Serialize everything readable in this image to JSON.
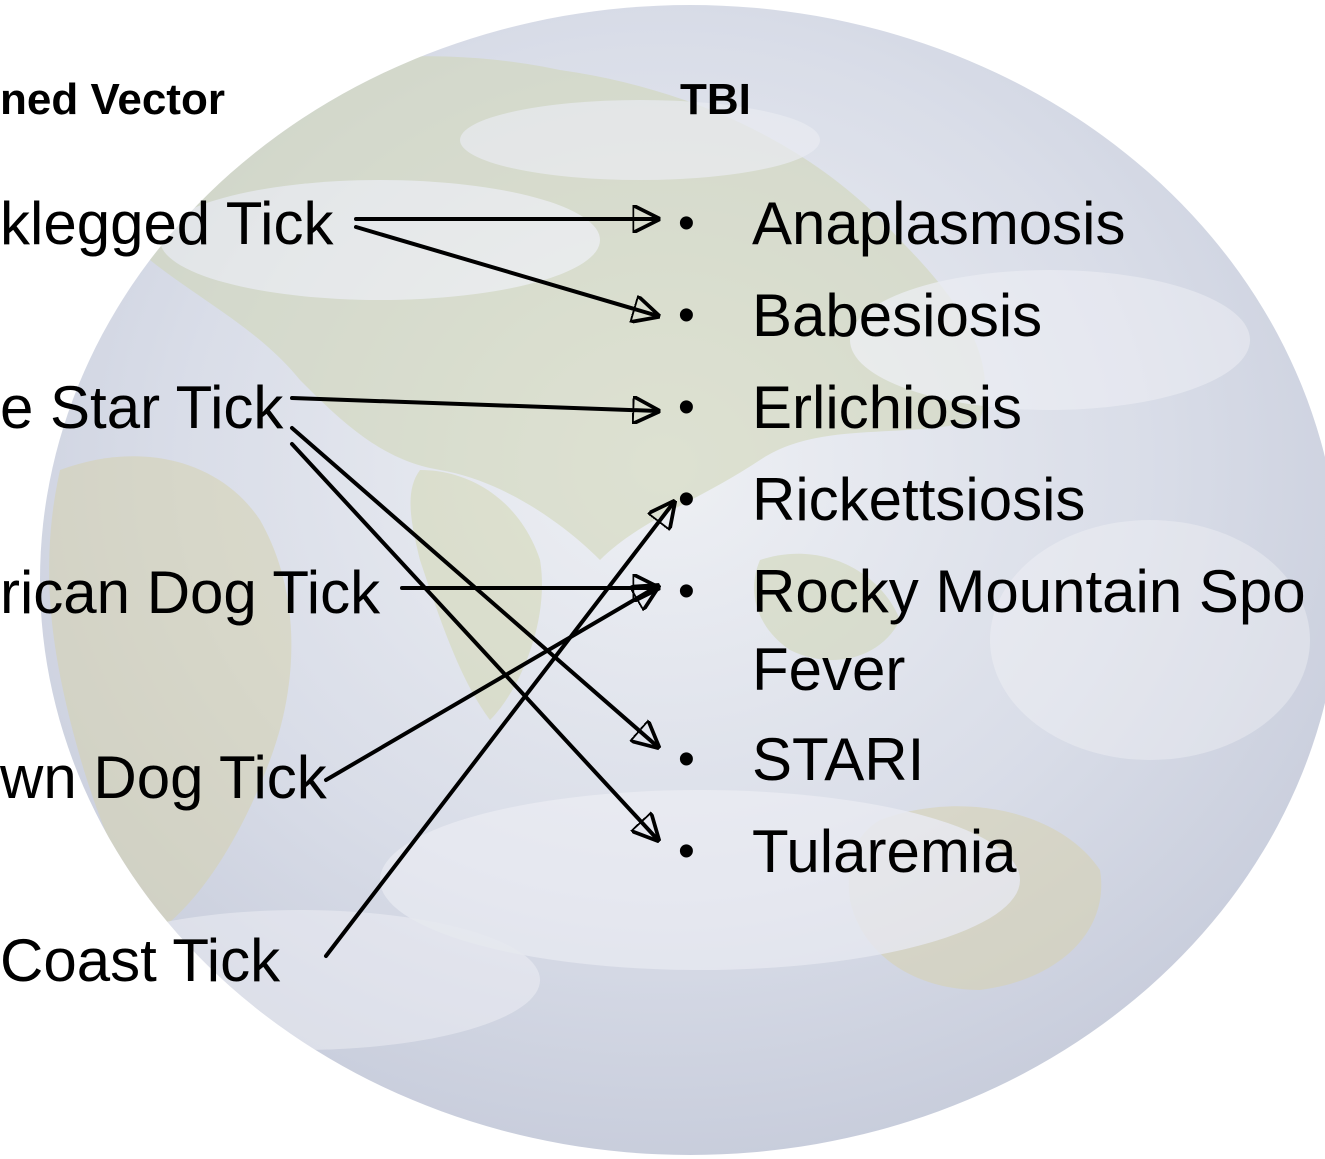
{
  "headings": {
    "left": "ned Vector",
    "right": "TBI"
  },
  "vectors": [
    "klegged Tick",
    "e Star Tick",
    "rican Dog Tick",
    "wn Dog Tick",
    " Coast Tick"
  ],
  "bullet_glyph": "•",
  "diseases": [
    "Anaplasmosis",
    "Babesiosis",
    "Erlichiosis",
    "Rickettsiosis",
    "Rocky Mountain Spo",
    "Fever",
    "STARI",
    "Tularemia"
  ],
  "links": [
    {
      "from": "klegged Tick",
      "to": "Anaplasmosis"
    },
    {
      "from": "klegged Tick",
      "to": "Babesiosis"
    },
    {
      "from": "e Star Tick",
      "to": "Erlichiosis"
    },
    {
      "from": "e Star Tick",
      "to": "STARI"
    },
    {
      "from": "e Star Tick",
      "to": "Tularemia"
    },
    {
      "from": "rican Dog Tick",
      "to": "Rocky Mountain Spo"
    },
    {
      "from": "wn Dog Tick",
      "to": "Rocky Mountain Spo"
    },
    {
      "from": " Coast Tick",
      "to": "Rickettsiosis"
    }
  ],
  "colors": {
    "globe_ocean": "#c9cfdf",
    "globe_land": "#d8dcc0",
    "globe_cloud": "#f2f3f6",
    "text": "#000000",
    "arrow": "#000000"
  }
}
